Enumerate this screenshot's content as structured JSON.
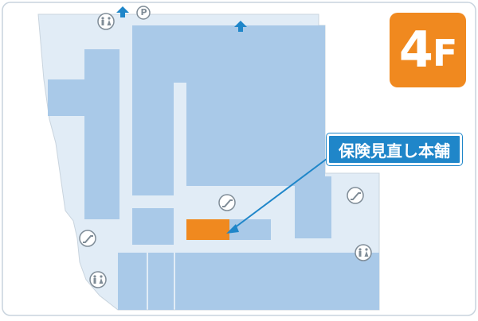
{
  "floor": {
    "number": "4",
    "unit": "F"
  },
  "callout": {
    "label": "保険見直し本舗"
  },
  "icons": {
    "parking": "P",
    "restroom": "restroom-icon",
    "escalator": "escalator-icon",
    "up_arrow": "up-arrow-icon"
  },
  "colors": {
    "floor_badge": "#f0891f",
    "highlight_store": "#f0891f",
    "callout": "#1f86c9",
    "tenant": "#a9c9e8",
    "corridor": "#e1ecf6",
    "border": "#c9d4de"
  }
}
